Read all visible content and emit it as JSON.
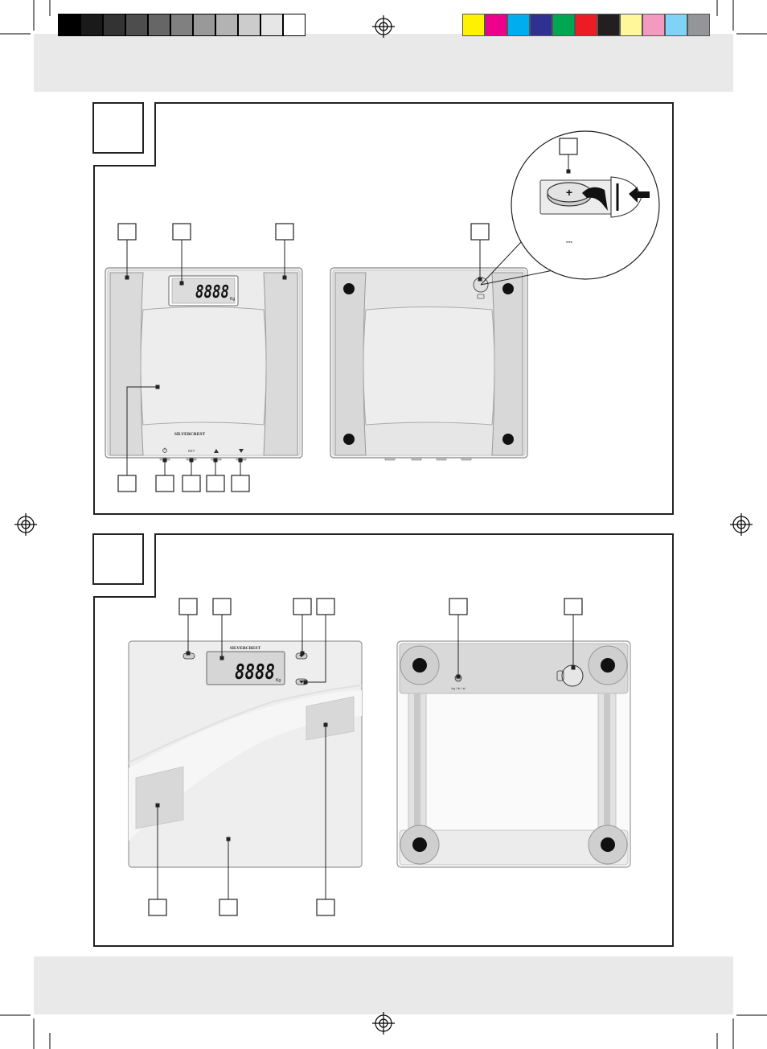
{
  "print_marks": {
    "gray_scale": [
      "#000000",
      "#1a1a1a",
      "#333333",
      "#4d4d4d",
      "#666666",
      "#808080",
      "#999999",
      "#b3b3b3",
      "#cccccc",
      "#e6e6e6",
      "#ffffff"
    ],
    "color_bar": [
      "#fff200",
      "#ec008c",
      "#00aeef",
      "#2e3192",
      "#00a651",
      "#ed1c24",
      "#231f20",
      "#fff799",
      "#f49ac1",
      "#7fd3f7",
      "#939598"
    ]
  },
  "colors": {
    "frame": "#222222",
    "band": "#e9e9e9",
    "scale_face": "#ececec",
    "pad": "#d8d8d8",
    "lcd": "#d6d6d6"
  },
  "figure_a": {
    "front": {
      "lcd_digits": "8888",
      "lcd_unit": "Kg",
      "brand": "SILVERCREST",
      "buttons": {
        "power_icon": "power-icon",
        "set_label": "SET",
        "up_icon": "up-triangle-icon",
        "down_icon": "down-triangle-icon"
      }
    },
    "battery_polarity": "+",
    "dc_symbol": "⎓"
  },
  "figure_b": {
    "front": {
      "brand": "SILVERCREST",
      "lcd_digits": "8888",
      "lcd_unit": "Kg"
    },
    "back": {
      "switch_label": "kg / lb / st"
    }
  }
}
